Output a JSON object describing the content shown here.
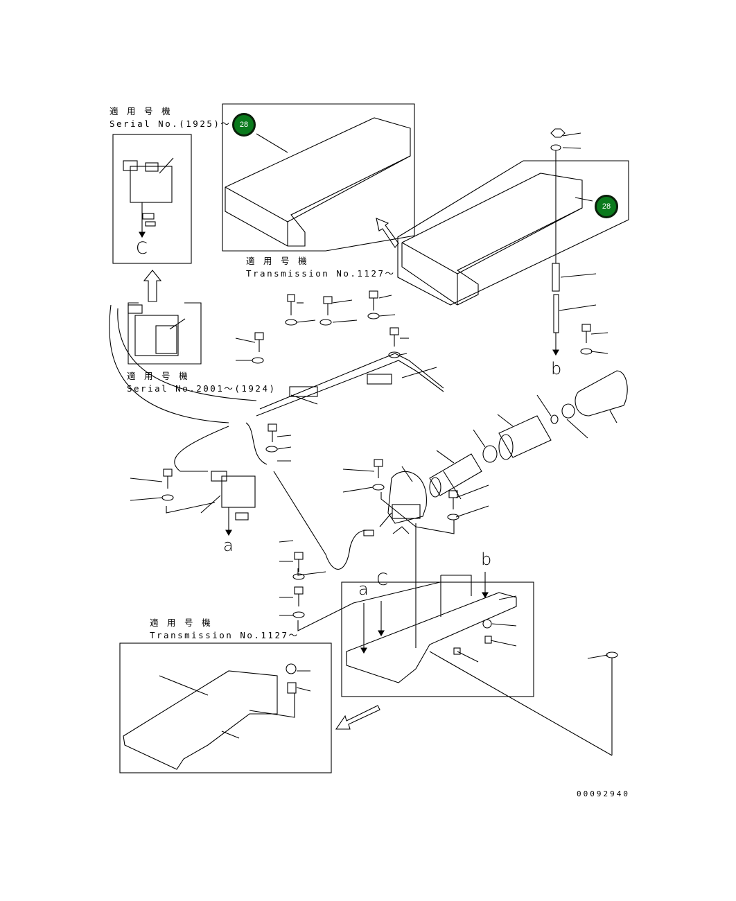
{
  "captions": {
    "serial_1925": {
      "jp": "適 用 号 機",
      "en": "Serial No.(1925)～"
    },
    "trans_top": {
      "jp": "適 用 号 機",
      "en": "Transmission No.1127～"
    },
    "serial_2001": {
      "jp": "適 用 号 機",
      "en": "Serial No.2001～(1924)"
    },
    "trans_bottom": {
      "jp": "適 用 号 機",
      "en": "Transmission No.1127～"
    }
  },
  "callouts": {
    "badge_top": "28",
    "badge_right": "28",
    "badge_color": "#0a7a1c"
  },
  "view_letters": {
    "c_inset": "C",
    "b_rod": "b",
    "a_valve": "a",
    "b_plate": "b",
    "a_plate": "a",
    "c_plate": "C"
  },
  "drawing_number": "00092940"
}
